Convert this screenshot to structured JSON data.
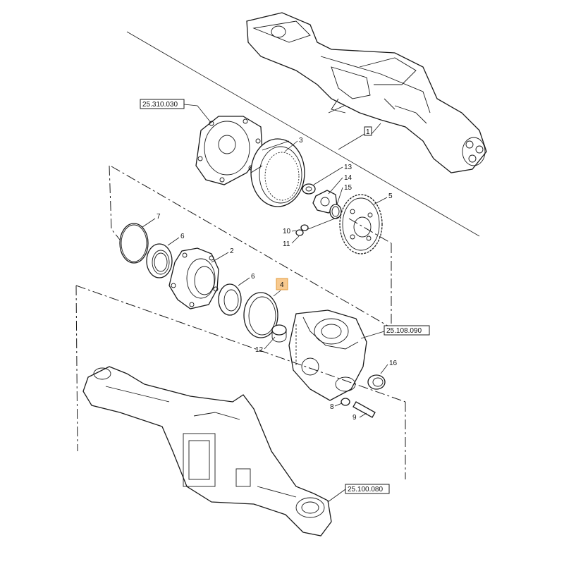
{
  "colors": {
    "line": "#1a1a1a",
    "highlight_fill": "#f7c98f",
    "highlight_stroke": "#e39a3a",
    "highlight_text": "#ffffff"
  },
  "references": {
    "final_drive_housing": "25.310.030",
    "axle_assembly_marker": "1",
    "steering_knuckle": "25.108.090",
    "axle_beam": "25.100.080"
  },
  "callouts": {
    "c2": "2",
    "c3": "3",
    "c4": "4",
    "c5": "5",
    "c6a": "6",
    "c6b": "6",
    "c7": "7",
    "c8": "8",
    "c9": "9",
    "c10": "10",
    "c11": "11",
    "c12": "12",
    "c13": "13",
    "c14": "14",
    "c15": "15",
    "c16": "16"
  },
  "highlighted_part": "4"
}
